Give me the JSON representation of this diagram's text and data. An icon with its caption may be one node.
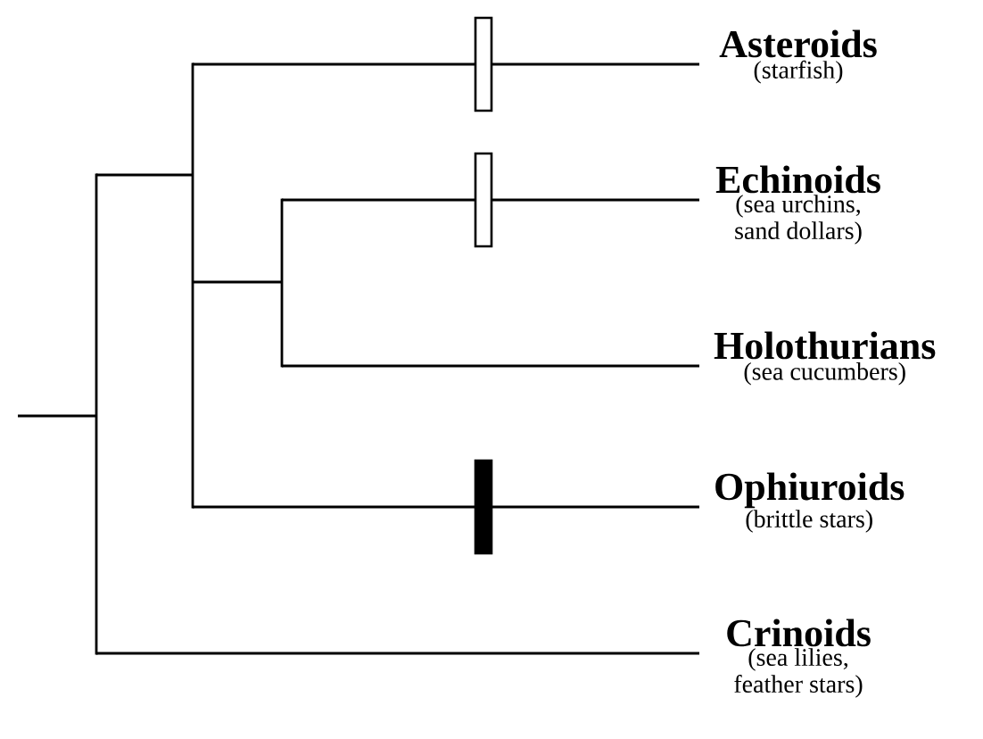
{
  "diagram": {
    "nodes": [
      {
        "text": [
          "Asteroids",
          "(starfish)"
        ]
      },
      {
        "text": [
          "Echinoids",
          "(sea urchins, sand dollars)"
        ]
      },
      {
        "text": [
          "Holothurians",
          "(sea cucumbers)"
        ]
      },
      {
        "text": [
          "Ophiuroids",
          "(brittle stars)"
        ]
      },
      {
        "text": [
          "Crinoids",
          "(sea lilies, feather stars)"
        ]
      },
      {
        "text": [],
        "shape": "bar"
      },
      {
        "text": [],
        "shape": "bar"
      },
      {
        "text": [],
        "shape": "bar"
      }
    ],
    "edges": [
      {
        "from": null,
        "to": 5,
        "arrow": "none"
      },
      {
        "from": 5,
        "to": 6,
        "arrow": "none"
      },
      {
        "from": 5,
        "to": 4,
        "arrow": "none"
      },
      {
        "from": 6,
        "to": 0,
        "arrow": "none"
      },
      {
        "from": 6,
        "to": 7,
        "arrow": "none"
      },
      {
        "from": 6,
        "to": 3,
        "arrow": "none"
      },
      {
        "from": 7,
        "to": 1,
        "arrow": "none"
      },
      {
        "from": 7,
        "to": 2,
        "arrow": "none"
      }
    ]
  }
}
